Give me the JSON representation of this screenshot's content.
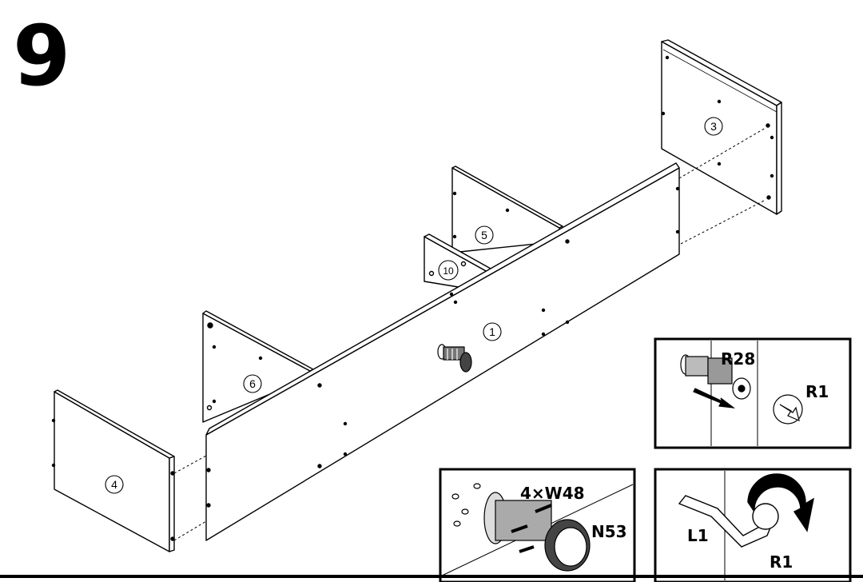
{
  "step": {
    "number": "9"
  },
  "panels": {
    "p1": "1",
    "p3": "3",
    "p4": "4",
    "p5": "5",
    "p6": "6",
    "p10": "10"
  },
  "insets": {
    "top_right": {
      "fitting": "R28",
      "cam": "R1"
    },
    "bottom_left": {
      "qty_screws": "4×W48",
      "foot": "N53"
    },
    "bottom_right": {
      "tool": "L1",
      "cam": "R1"
    }
  }
}
